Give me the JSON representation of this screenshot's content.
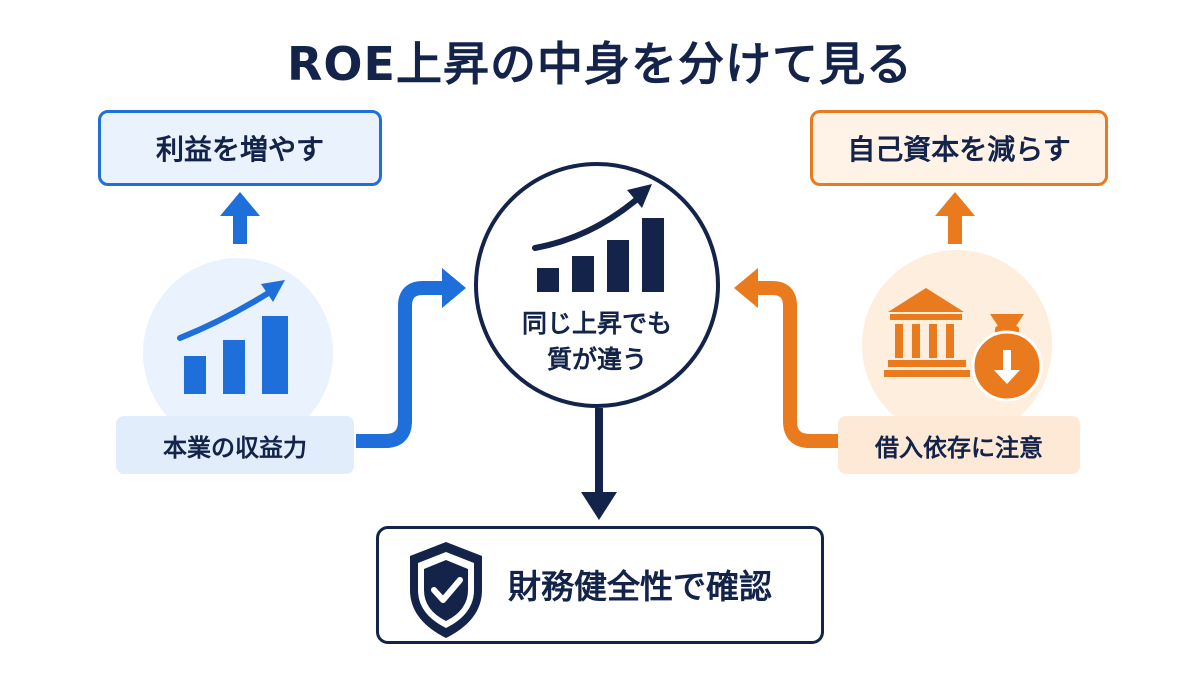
{
  "title": "ROE上昇の中身を分けて見る",
  "left": {
    "top_box": "利益を増やす",
    "label": "本業の収益力",
    "icon": "bar-chart-up-icon"
  },
  "right": {
    "top_box": "自己資本を減らす",
    "label": "借入依存に注意",
    "icon": "bank-moneybag-down-icon"
  },
  "center": {
    "line1": "同じ上昇でも",
    "line2": "質が違う",
    "icon": "bar-chart-up-icon"
  },
  "bottom": {
    "label": "財務健全性で確認",
    "icon": "shield-check-icon"
  },
  "colors": {
    "navy": "#13234a",
    "blue": "#1e6fd9",
    "orange": "#ea7a1e"
  }
}
